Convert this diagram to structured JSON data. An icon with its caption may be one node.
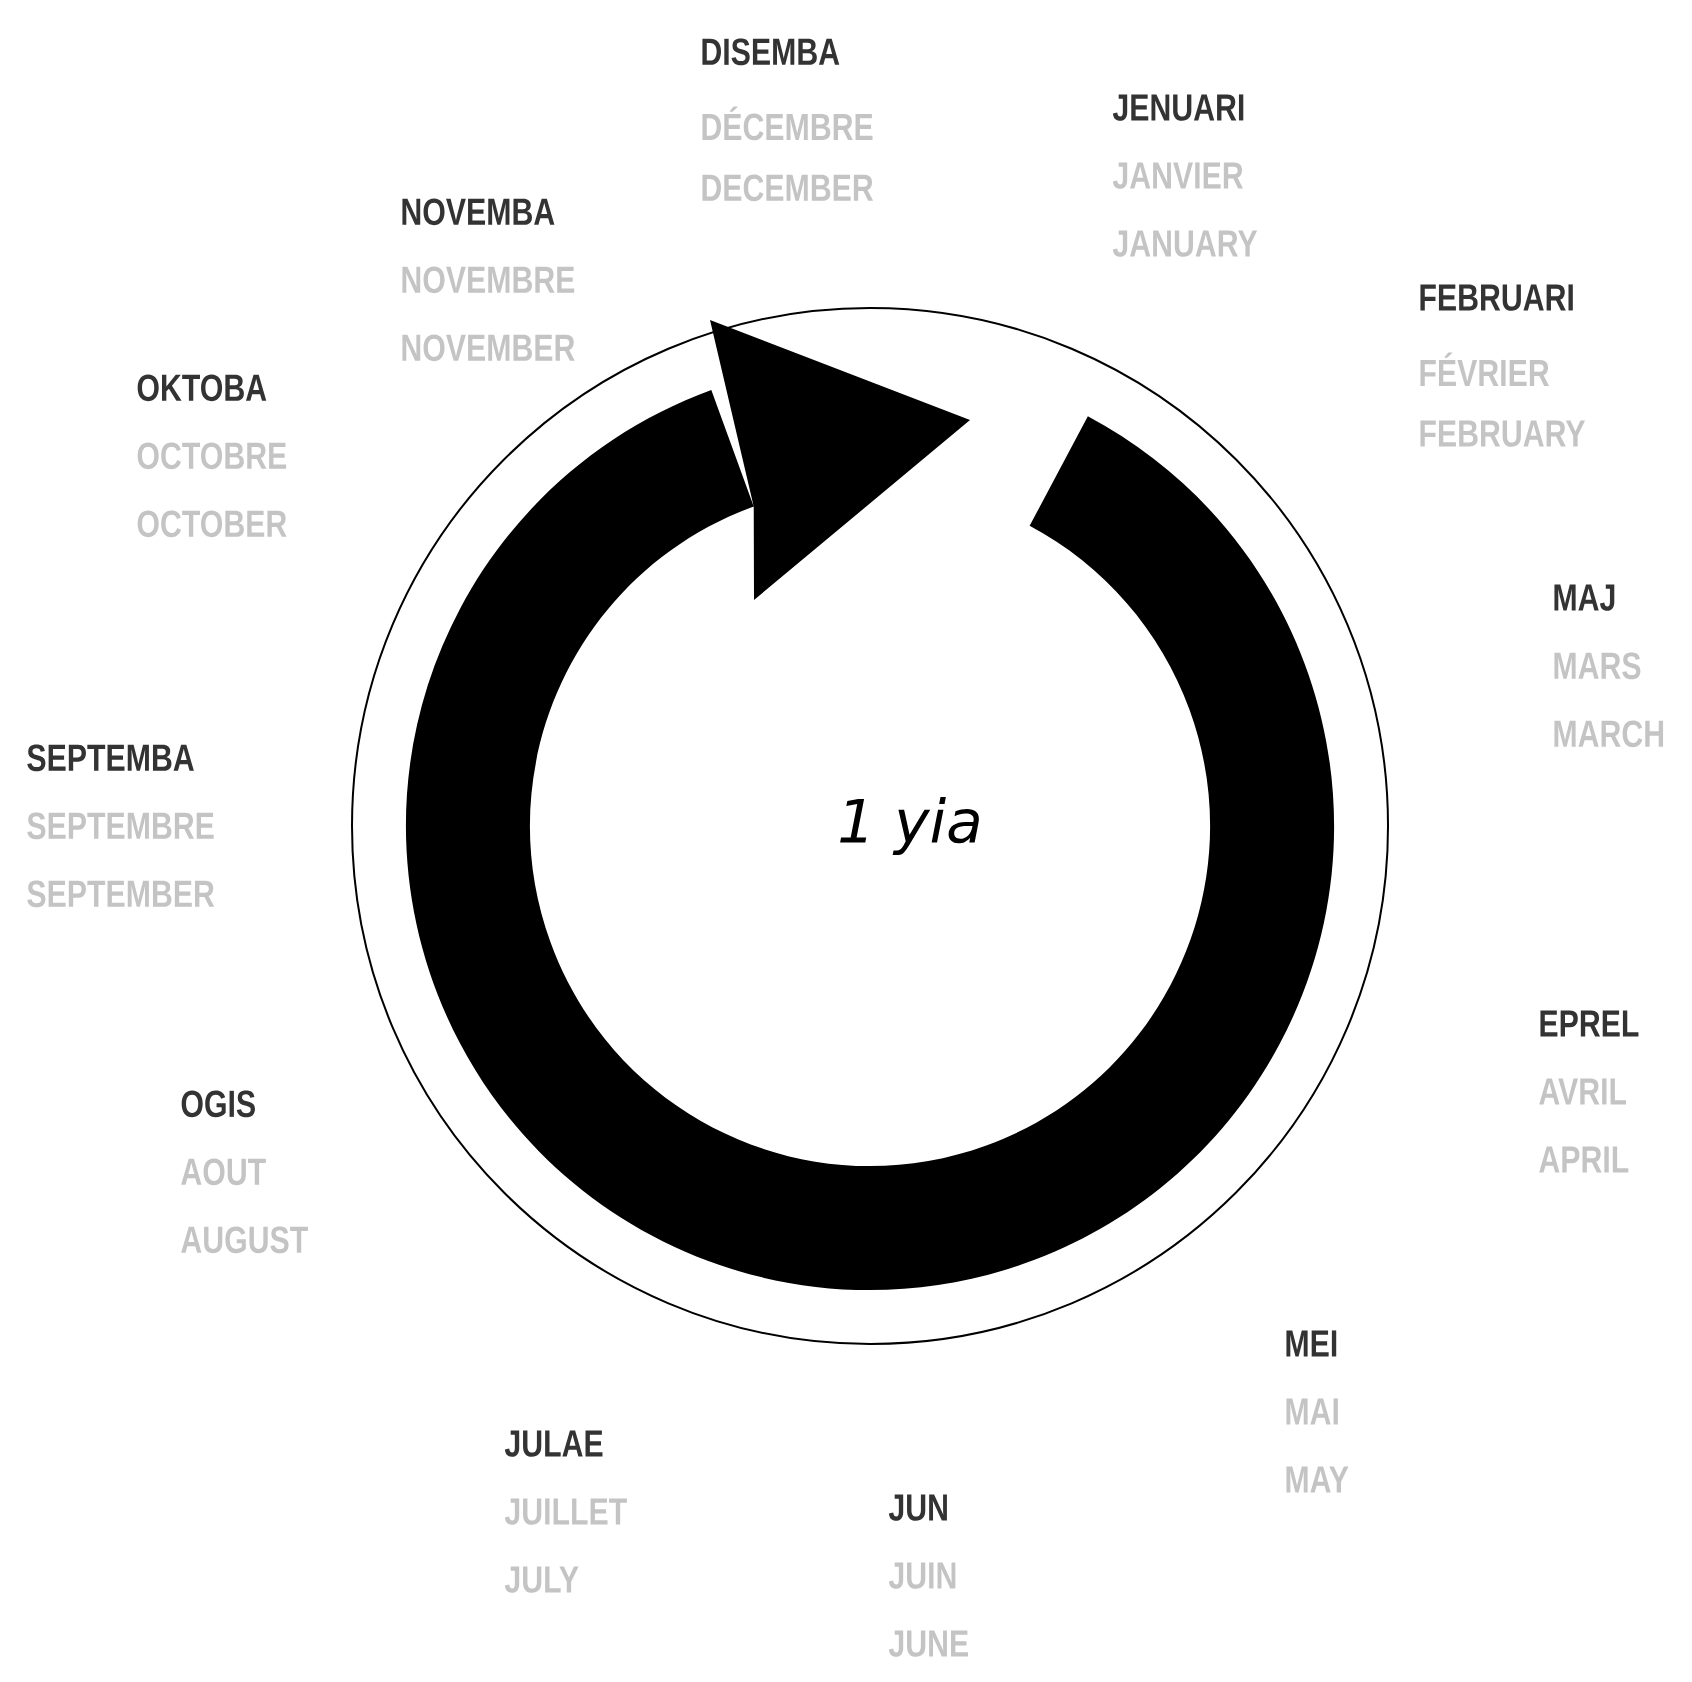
{
  "diagram": {
    "nodes": [
      {
        "text": [
          "1 yia"
        ]
      }
    ],
    "edges": [],
    "labels": [
      "DISEMBA",
      "DÉCEMBRE",
      "DECEMBER",
      "JENUARI",
      "JANVIER",
      "JANUARY",
      "NOVEMBA",
      "NOVEMBRE",
      "NOVEMBER",
      "FEBRUARI",
      "FÉVRIER",
      "FEBRUARY",
      "OKTOBA",
      "OCTOBRE",
      "OCTOBER",
      "MAJ",
      "MARS",
      "MARCH",
      "SEPTEMBA",
      "SEPTEMBRE",
      "SEPTEMBER",
      "EPREL",
      "AVRIL",
      "APRIL",
      "OGIS",
      "AOUT",
      "AUGUST",
      "MEI",
      "MAI",
      "MAY",
      "JULAE",
      "JUILLET",
      "JULY",
      "JUN",
      "JUIN",
      "JUNE"
    ]
  }
}
